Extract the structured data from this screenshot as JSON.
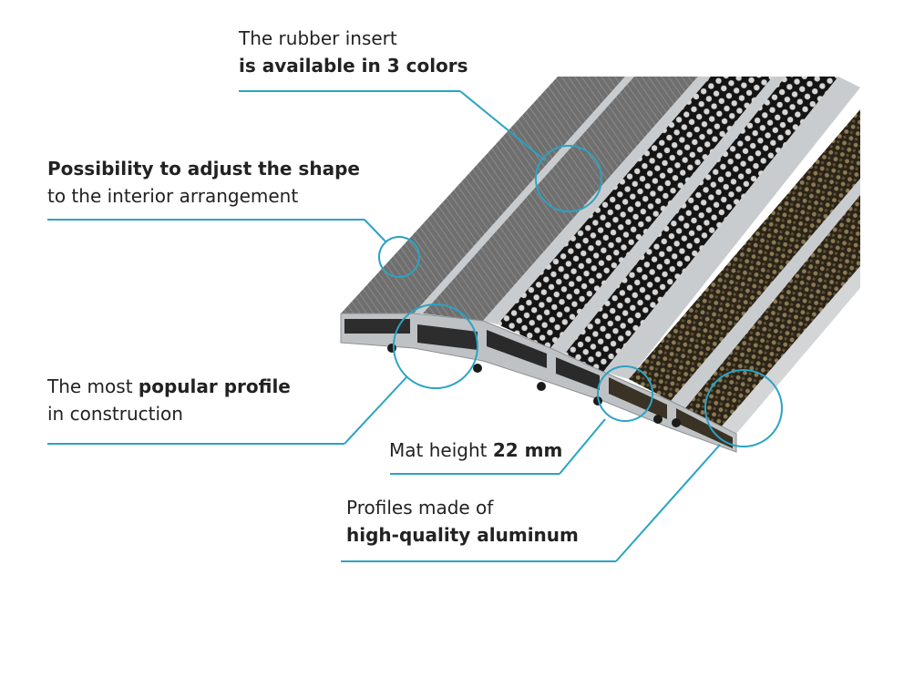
{
  "colors": {
    "callout": "#2aa3c4",
    "aluminum": "#c9ccce",
    "rubber": "#6e6e6e",
    "brush": "#6b5a3a",
    "text": "#222222"
  },
  "callouts": {
    "rubber_insert": {
      "line1": "The rubber insert",
      "line2": "is available in 3 colors"
    },
    "adjust_shape": {
      "line1": "Possibility to adjust the shape",
      "line2": "to the interior arrangement"
    },
    "popular_profile": {
      "pre": "The most ",
      "bold": "popular profile",
      "line2": "in construction"
    },
    "mat_height": {
      "pre": "Mat height ",
      "bold": "22 mm"
    },
    "profiles_aluminum": {
      "line1": "Profiles made of",
      "line2": "high-quality aluminum"
    }
  }
}
